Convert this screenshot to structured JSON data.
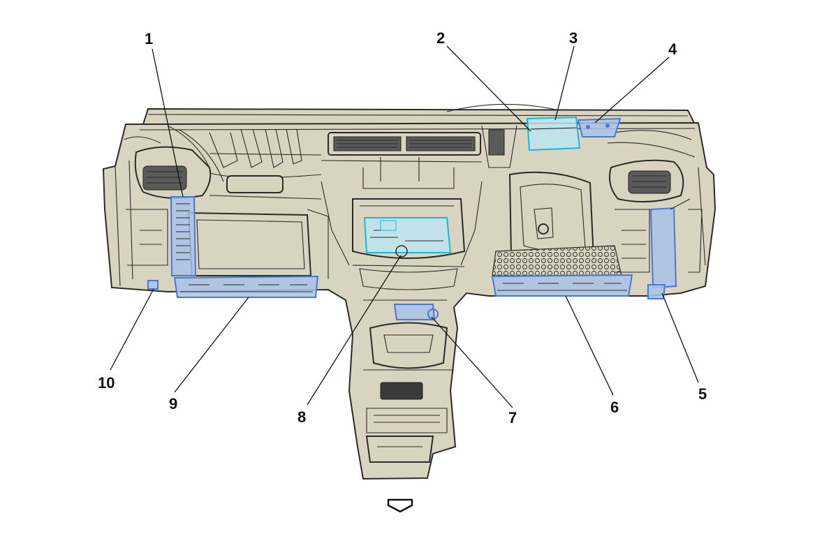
{
  "callouts": [
    {
      "id": "1",
      "label": "1"
    },
    {
      "id": "2",
      "label": "2"
    },
    {
      "id": "3",
      "label": "3"
    },
    {
      "id": "4",
      "label": "4"
    },
    {
      "id": "5",
      "label": "5"
    },
    {
      "id": "6",
      "label": "6"
    },
    {
      "id": "7",
      "label": "7"
    },
    {
      "id": "8",
      "label": "8"
    },
    {
      "id": "9",
      "label": "9"
    },
    {
      "id": "10",
      "label": "10"
    }
  ],
  "colors": {
    "panel_fill": "#d8d4c0",
    "module_blue": "#4a78d0",
    "module_cyan": "#18b6e0",
    "line": "#2a2a2a"
  },
  "icons": {
    "direction_arrow": "arrow-down-outline-icon"
  }
}
